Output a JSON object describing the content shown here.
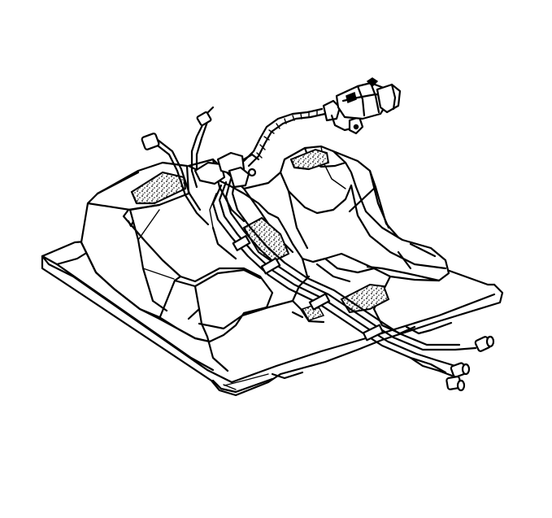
{
  "figure": {
    "caption": "",
    "ink_color": "#000000",
    "paper_color": "#ffffff",
    "parts": [
      {
        "name": "fuel-tank",
        "kind": "tank-body"
      },
      {
        "name": "tank-support-tray",
        "kind": "skid-plate"
      },
      {
        "name": "insulator-pad",
        "kind": "foam-pad"
      },
      {
        "name": "fuel-lines",
        "kind": "tubes"
      },
      {
        "name": "wiring-harness-connector",
        "kind": "connector"
      },
      {
        "name": "fuel-pipe-fittings",
        "kind": "fittings"
      }
    ]
  }
}
